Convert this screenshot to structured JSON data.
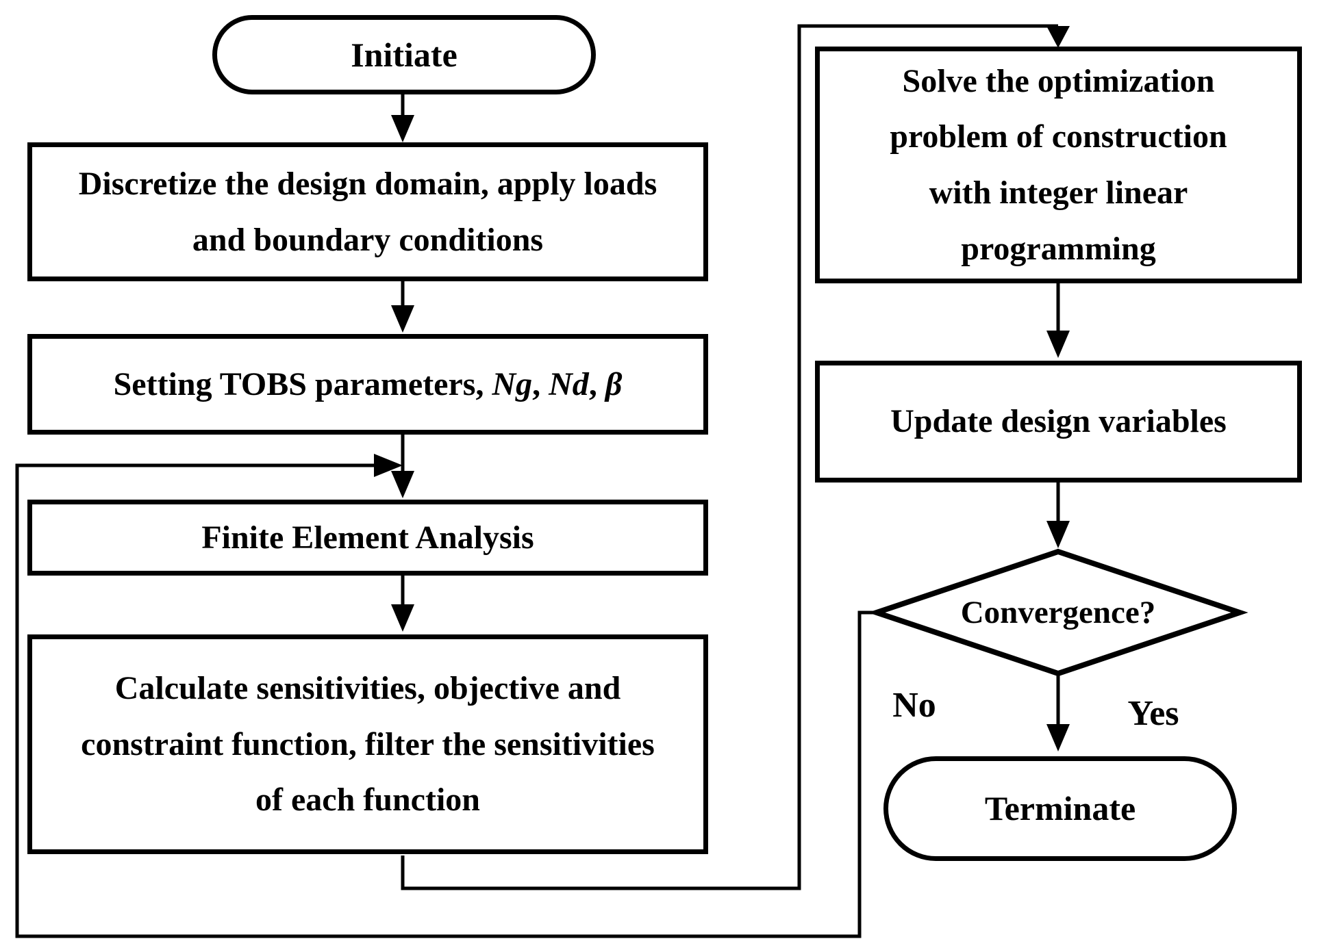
{
  "nodes": {
    "initiate": {
      "label": "Initiate"
    },
    "discretize": {
      "lines": [
        "Discretize the design domain, apply loads",
        "and boundary conditions"
      ]
    },
    "setting": {
      "prefix": "Setting TOBS parameters, ",
      "param1": "Ng",
      "sep1": ", ",
      "param2": "Nd",
      "sep2": ", ",
      "param3": "β"
    },
    "fea": {
      "label": "Finite Element Analysis"
    },
    "calculate": {
      "lines": [
        "Calculate sensitivities, objective and",
        "constraint function, filter the sensitivities",
        "of each function"
      ]
    },
    "solve": {
      "lines": [
        "Solve the optimization",
        "problem of construction",
        "with integer linear",
        "programming"
      ]
    },
    "update": {
      "label": "Update design variables"
    },
    "convergence": {
      "label": "Convergence?"
    },
    "terminate": {
      "label": "Terminate"
    }
  },
  "edges": {
    "no_label": "No",
    "yes_label": "Yes"
  },
  "colors": {
    "stroke": "#000000",
    "background": "#ffffff"
  }
}
